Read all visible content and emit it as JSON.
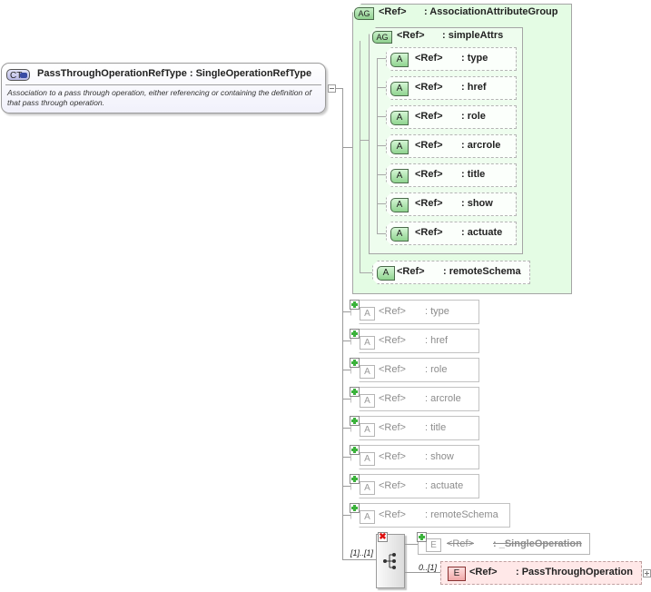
{
  "complex_type": {
    "badge": "CT",
    "title": "PassThroughOperationRefType : SingleOperationRefType",
    "description": "Association to a pass through operation, either referencing or containing the definition of that pass through operation."
  },
  "association_group": {
    "badge": "AG",
    "ref": "<Ref>",
    "name": ": AssociationAttributeGroup"
  },
  "simple_attrs_group": {
    "badge": "AG",
    "ref": "<Ref>",
    "name": ": simpleAttrs",
    "attributes": [
      {
        "badge": "A",
        "ref": "<Ref>",
        "name": ": type"
      },
      {
        "badge": "A",
        "ref": "<Ref>",
        "name": ": href"
      },
      {
        "badge": "A",
        "ref": "<Ref>",
        "name": ": role"
      },
      {
        "badge": "A",
        "ref": "<Ref>",
        "name": ": arcrole"
      },
      {
        "badge": "A",
        "ref": "<Ref>",
        "name": ": title"
      },
      {
        "badge": "A",
        "ref": "<Ref>",
        "name": ": show"
      },
      {
        "badge": "A",
        "ref": "<Ref>",
        "name": ": actuate"
      }
    ]
  },
  "remote_schema_attr": {
    "badge": "A",
    "ref": "<Ref>",
    "name": ": remoteSchema"
  },
  "collapsed_attributes": [
    {
      "badge": "A",
      "ref": "<Ref>",
      "name": ": type"
    },
    {
      "badge": "A",
      "ref": "<Ref>",
      "name": ": href"
    },
    {
      "badge": "A",
      "ref": "<Ref>",
      "name": ": role"
    },
    {
      "badge": "A",
      "ref": "<Ref>",
      "name": ": arcrole"
    },
    {
      "badge": "A",
      "ref": "<Ref>",
      "name": ": title"
    },
    {
      "badge": "A",
      "ref": "<Ref>",
      "name": ": show"
    },
    {
      "badge": "A",
      "ref": "<Ref>",
      "name": ": actuate"
    },
    {
      "badge": "A",
      "ref": "<Ref>",
      "name": ": remoteSchema"
    }
  ],
  "choice": {
    "multiplicity": "[1]..[1]",
    "elements": [
      {
        "badge": "E",
        "ref": "<Ref>",
        "name": ": _SingleOperation",
        "multiplicity": ""
      },
      {
        "badge": "E",
        "ref": "<Ref>",
        "name": ": PassThroughOperation",
        "multiplicity": "0..[1]"
      }
    ]
  }
}
